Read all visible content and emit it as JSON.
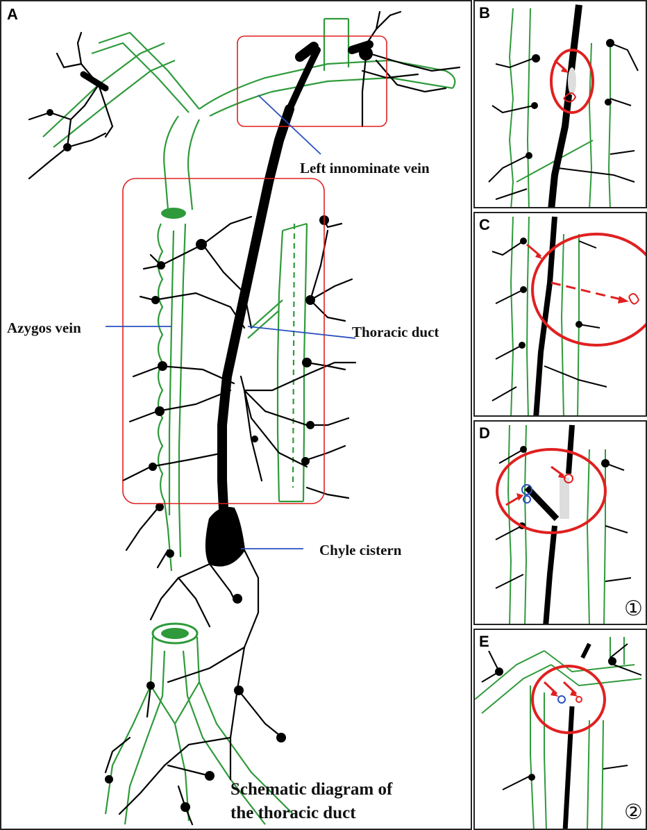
{
  "panels": {
    "a": {
      "label": "A"
    },
    "b": {
      "label": "B"
    },
    "c": {
      "label": "C"
    },
    "d": {
      "label": "D",
      "marker": "①"
    },
    "e": {
      "label": "E",
      "marker": "②"
    }
  },
  "annotations": {
    "left_innominate_vein": "Left innominate vein",
    "azygos_vein": "Azygos vein",
    "thoracic_duct": "Thoracic duct",
    "chyle_cistern": "Chyle cistern",
    "title_line1": "Schematic diagram of",
    "title_line2": "the thoracic duct"
  },
  "colors": {
    "vein_green": "#2e9a3a",
    "duct_black": "#000000",
    "highlight_red": "#e02020",
    "leader_blue": "#2a4fc0",
    "clip_blue": "#2a4fc0"
  }
}
